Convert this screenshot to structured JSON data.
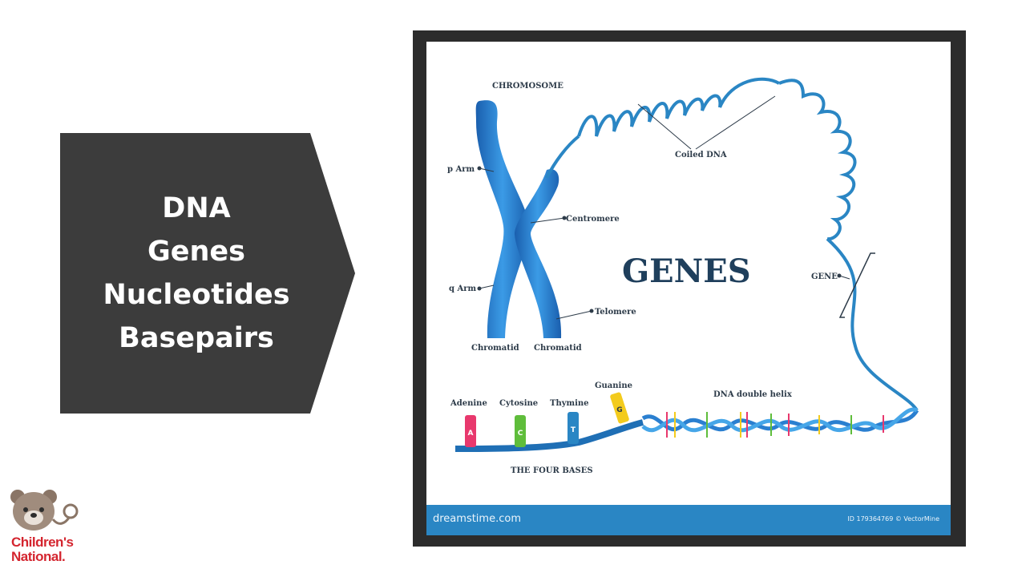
{
  "slide": {
    "topics": [
      "DNA",
      "Genes",
      "Nucleotides",
      "Basepairs"
    ]
  },
  "figure": {
    "title": "GENES",
    "labels": {
      "chromosome": "CHROMOSOME",
      "coiled_dna": "Coiled DNA",
      "p_arm": "p Arm",
      "centromere": "Centromere",
      "q_arm": "q Arm",
      "telomere": "Telomere",
      "chromatid_left": "Chromatid",
      "chromatid_right": "Chromatid",
      "gene": "GENE",
      "dna_double_helix": "DNA double helix",
      "four_bases": "THE FOUR BASES"
    },
    "bases": [
      {
        "name": "Adenine",
        "letter": "A",
        "color": "#e8386d"
      },
      {
        "name": "Cytosine",
        "letter": "C",
        "color": "#5fbd3b"
      },
      {
        "name": "Thymine",
        "letter": "T",
        "color": "#2a86c4"
      },
      {
        "name": "Guanine",
        "letter": "G",
        "color": "#f3cb1d"
      }
    ],
    "footer": {
      "source": "dreamstime.com",
      "credit": "ID 179364769 © VectorMine"
    }
  },
  "logo": {
    "line1": "Children's",
    "line2": "National."
  },
  "colors": {
    "arrow_bg": "#3c3c3c",
    "chromosome_blue": "#2a7fd0",
    "title_navy": "#1f3f5c"
  }
}
